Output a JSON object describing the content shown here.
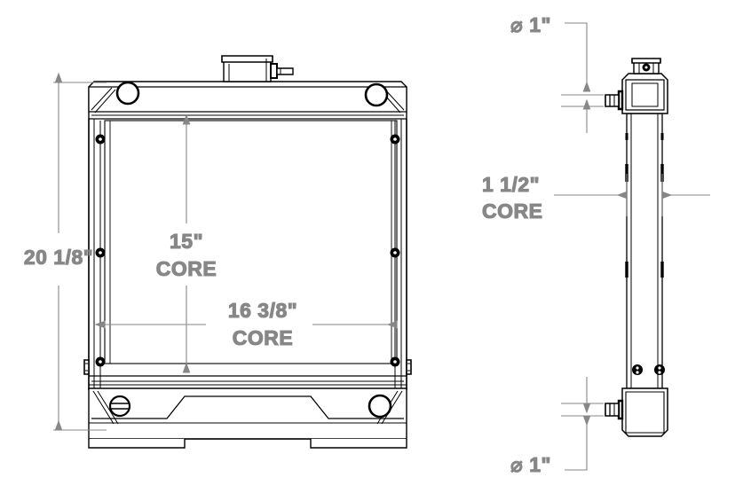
{
  "drawing": {
    "type": "engineering-dimension-drawing",
    "subject": "radiator",
    "views": [
      {
        "name": "front-view",
        "label": ""
      },
      {
        "name": "side-view",
        "label": ""
      }
    ],
    "line_color": "#000000",
    "dimension_color": "#878787",
    "background_color": "#ffffff"
  },
  "dimensions": {
    "overall_height": {
      "value": "20 1/8\"",
      "orientation": "vertical",
      "view": "front-view"
    },
    "core_height": {
      "value": "15\"",
      "note": "CORE",
      "orientation": "vertical",
      "view": "front-view"
    },
    "core_width": {
      "value": "16 3/8\"",
      "note": "CORE",
      "orientation": "horizontal",
      "view": "front-view"
    },
    "core_thickness": {
      "value": "1 1/2\"",
      "note": "CORE",
      "orientation": "horizontal",
      "view": "side-view"
    },
    "inlet_diameter": {
      "symbol": "⌀",
      "value": "1\"",
      "orientation": "vertical",
      "view": "side-view",
      "position": "top"
    },
    "outlet_diameter": {
      "symbol": "⌀",
      "value": "1\"",
      "orientation": "vertical",
      "view": "side-view",
      "position": "bottom"
    }
  }
}
